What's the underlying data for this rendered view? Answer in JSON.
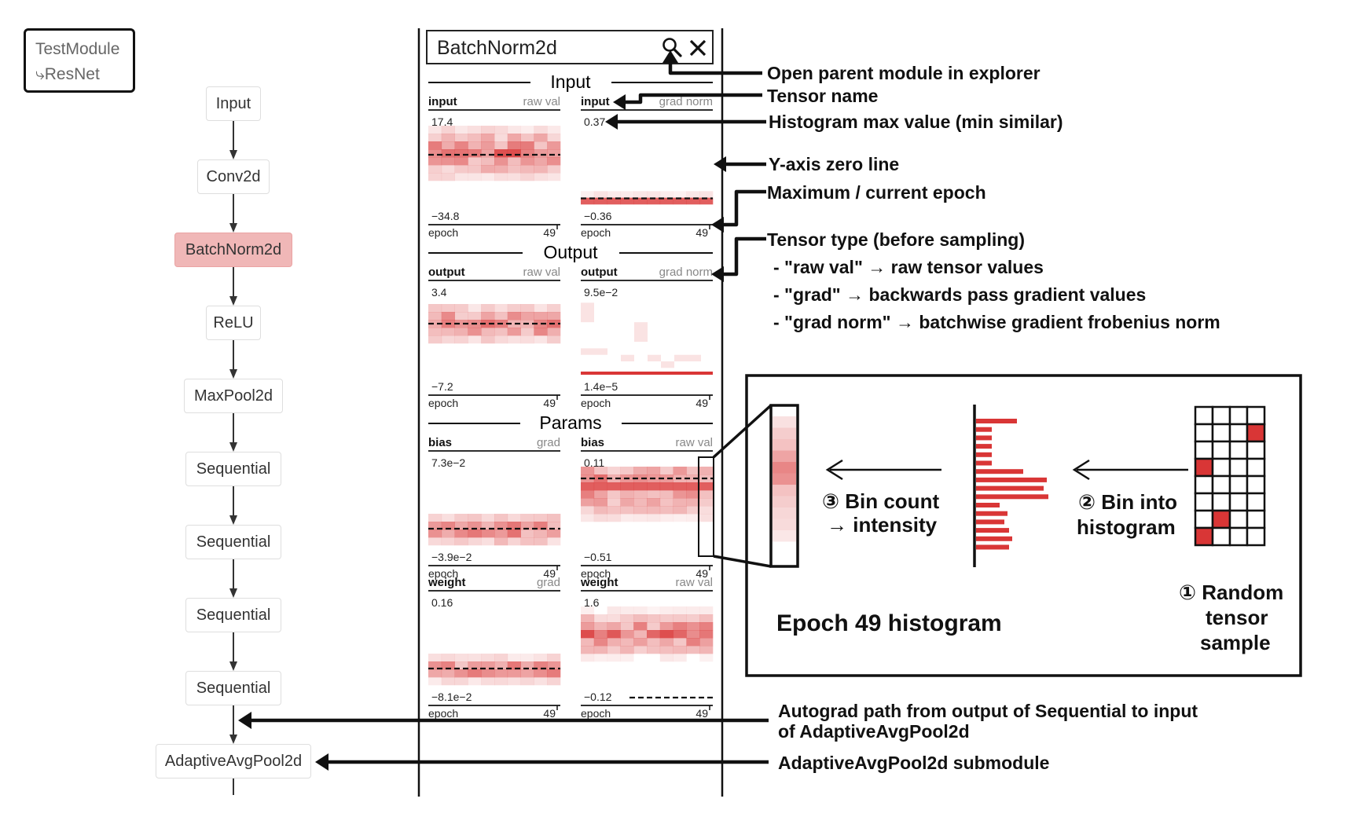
{
  "breadcrumb": {
    "root": "TestModule",
    "child": "⤷ResNet"
  },
  "nodes": [
    "Input",
    "Conv2d",
    "BatchNorm2d",
    "ReLU",
    "MaxPool2d",
    "Sequential",
    "Sequential",
    "Sequential",
    "Sequential",
    "AdaptiveAvgPool2d"
  ],
  "panel": {
    "title": "BatchNorm2d",
    "sections": {
      "input": "Input",
      "output": "Output",
      "params": "Params"
    },
    "epoch_label": "epoch",
    "current_epoch": "49",
    "hists": [
      {
        "name": "input",
        "type": "raw val",
        "max": "17.4",
        "min": "−34.8"
      },
      {
        "name": "input",
        "type": "grad norm",
        "max": "0.37",
        "min": "−0.36"
      },
      {
        "name": "output",
        "type": "raw val",
        "max": "3.4",
        "min": "−7.2"
      },
      {
        "name": "output",
        "type": "grad norm",
        "max": "9.5e−2",
        "min": "1.4e−5"
      },
      {
        "name": "bias",
        "type": "grad",
        "max": "7.3e−2",
        "min": "−3.9e−2"
      },
      {
        "name": "bias",
        "type": "raw val",
        "max": "0.11",
        "min": "−0.51"
      },
      {
        "name": "weight",
        "type": "grad",
        "max": "0.16",
        "min": "−8.1e−2"
      },
      {
        "name": "weight",
        "type": "raw val",
        "max": "1.6",
        "min": "−0.12"
      }
    ]
  },
  "annotations": {
    "open_parent": "Open parent module in explorer",
    "tensor_name": "Tensor name",
    "hist_max": "Histogram max value (min similar)",
    "zero_line": "Y-axis zero line",
    "epoch": "Maximum / current epoch",
    "tensor_type": "Tensor type (before sampling)",
    "type_raw": "- \"raw val\" → raw tensor values",
    "type_grad": "- \"grad\" → backwards pass gradient values",
    "type_gradnorm": "- \"grad norm\" → batchwise gradient frobenius norm",
    "autograd_1": "Autograd path from output of Sequential to input",
    "autograd_2": "of AdaptiveAvgPool2d",
    "submodule": "AdaptiveAvgPool2d submodule"
  },
  "inset": {
    "step3_line1": "③ Bin count",
    "step3_line2": "→ intensity",
    "step2_line1": "② Bin into",
    "step2_line2": "histogram",
    "step1_line1": "① Random",
    "step1_line2": "tensor",
    "step1_line3": "sample",
    "caption": "Epoch 49 histogram"
  },
  "colors": {
    "accent": "#d93636",
    "active_node": "#f0b7b7",
    "ink": "#111111"
  }
}
